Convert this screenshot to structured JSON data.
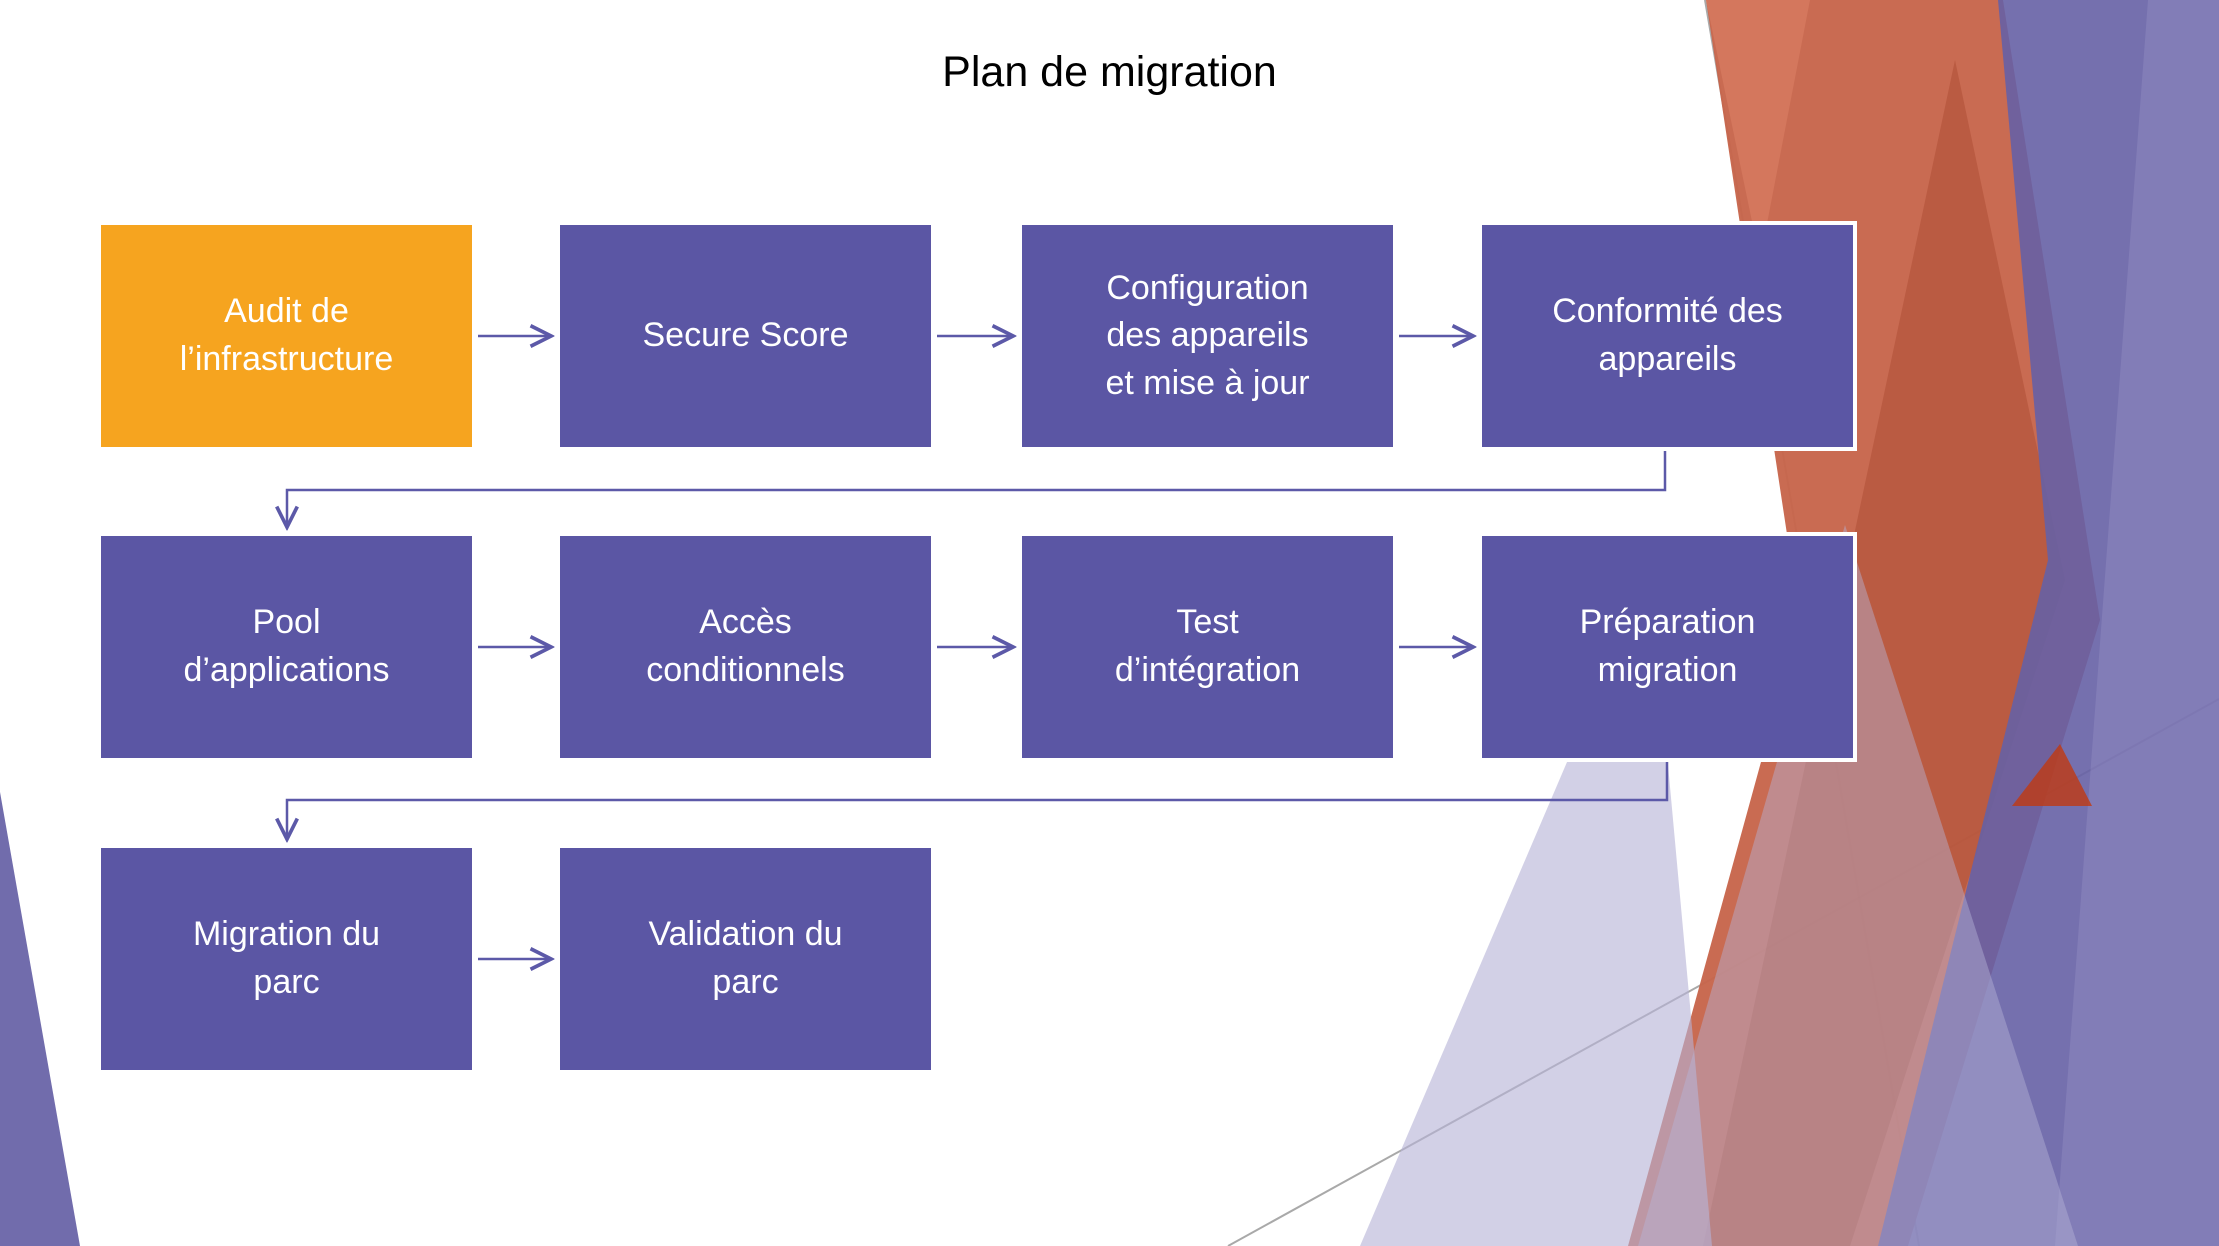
{
  "slide": {
    "title": "Plan de migration"
  },
  "colors": {
    "accent_orange": "#F6A41F",
    "node_purple": "#5B56A4",
    "node_text": "#FFFFFF",
    "connector_purple": "#5C59A8",
    "title_text": "#000000",
    "deco_salmon": "#C7654B",
    "deco_purple": "#6660A5",
    "deco_lavender": "#B6B3D6",
    "deco_left_wedge": "#6C67A9",
    "deco_gray_line": "#9A9A9A"
  },
  "flow": {
    "boxes": [
      {
        "id": "audit-infrastructure",
        "row": 1,
        "col": 1,
        "variant": "accent",
        "label": "Audit de\nl’infrastructure"
      },
      {
        "id": "secure-score",
        "row": 1,
        "col": 2,
        "variant": "primary",
        "label": "Secure Score"
      },
      {
        "id": "configuration-appareils",
        "row": 1,
        "col": 3,
        "variant": "primary",
        "label": "Configuration\ndes appareils\net mise à jour"
      },
      {
        "id": "conformite-appareils",
        "row": 1,
        "col": 4,
        "variant": "primary",
        "label": "Conformité des\nappareils"
      },
      {
        "id": "pool-applications",
        "row": 2,
        "col": 1,
        "variant": "primary",
        "label": "Pool\nd’applications"
      },
      {
        "id": "acces-conditionnels",
        "row": 2,
        "col": 2,
        "variant": "primary",
        "label": "Accès\nconditionnels"
      },
      {
        "id": "test-integration",
        "row": 2,
        "col": 3,
        "variant": "primary",
        "label": "Test\nd’intégration"
      },
      {
        "id": "preparation-migration",
        "row": 2,
        "col": 4,
        "variant": "primary",
        "label": "Préparation\nmigration"
      },
      {
        "id": "migration-parc",
        "row": 3,
        "col": 1,
        "variant": "primary",
        "label": "Migration du\nparc"
      },
      {
        "id": "validation-parc",
        "row": 3,
        "col": 2,
        "variant": "primary",
        "label": "Validation du\nparc"
      }
    ],
    "connections": [
      {
        "from": "audit-infrastructure",
        "to": "secure-score"
      },
      {
        "from": "secure-score",
        "to": "configuration-appareils"
      },
      {
        "from": "configuration-appareils",
        "to": "conformite-appareils"
      },
      {
        "from": "conformite-appareils",
        "to": "pool-applications"
      },
      {
        "from": "pool-applications",
        "to": "acces-conditionnels"
      },
      {
        "from": "acces-conditionnels",
        "to": "test-integration"
      },
      {
        "from": "test-integration",
        "to": "preparation-migration"
      },
      {
        "from": "preparation-migration",
        "to": "migration-parc"
      },
      {
        "from": "migration-parc",
        "to": "validation-parc"
      }
    ]
  }
}
